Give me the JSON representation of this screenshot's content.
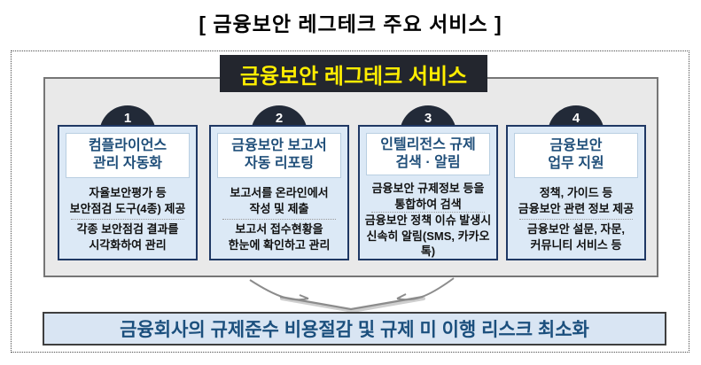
{
  "page_title": "[ 금융보안 레그테크 주요 서비스 ]",
  "header": {
    "title": "금융보안 레그테크 서비스"
  },
  "columns": [
    {
      "number": "1",
      "title_lines": [
        "컴플라이언스",
        "관리 자동화"
      ],
      "items": [
        {
          "lines": [
            "자율보안평가 등",
            "보안점검 도구(4종) 제공"
          ]
        },
        {
          "lines": [
            "각종 보안점검 결과를",
            "시각화하여 관리"
          ]
        }
      ]
    },
    {
      "number": "2",
      "title_lines": [
        "금융보안 보고서",
        "자동 리포팅"
      ],
      "items": [
        {
          "lines": [
            "보고서를 온라인에서",
            "작성 및 제출"
          ]
        },
        {
          "lines": [
            "보고서 접수현황을",
            "한눈에 확인하고 관리"
          ]
        }
      ]
    },
    {
      "number": "3",
      "title_lines": [
        "인텔리전스 규제",
        "검색 · 알림"
      ],
      "items": [
        {
          "lines": [
            "금융보안 규제정보 등을",
            "통합하여 검색"
          ]
        },
        {
          "lines": [
            "금융보안 정책 이슈 발생시",
            "신속히 알림(SMS, 카카오톡)"
          ]
        }
      ]
    },
    {
      "number": "4",
      "title_lines": [
        "금융보안",
        "업무 지원"
      ],
      "items": [
        {
          "lines": [
            "정책, 가이드 등",
            "금융보안 관련 정보 제공"
          ]
        },
        {
          "lines": [
            "금융보안 설문, 자문,",
            "커뮤니티 서비스 등"
          ]
        }
      ]
    }
  ],
  "footer": {
    "text": "금융회사의 규제준수 비용절감 및 규제 미 이행 리스크 최소화"
  },
  "colors": {
    "header_bg": "#23262e",
    "header_text": "#ffee00",
    "circle_bg": "#222a38",
    "column_border": "#1f3864",
    "column_fill": "#dce9f6",
    "column_title_text": "#1f4e79",
    "panel_gray": "#e9e9e9",
    "banner_fill": "#d9e5f3",
    "banner_text": "#1b4f7d",
    "arrow_gray": "#8c8c8c"
  }
}
